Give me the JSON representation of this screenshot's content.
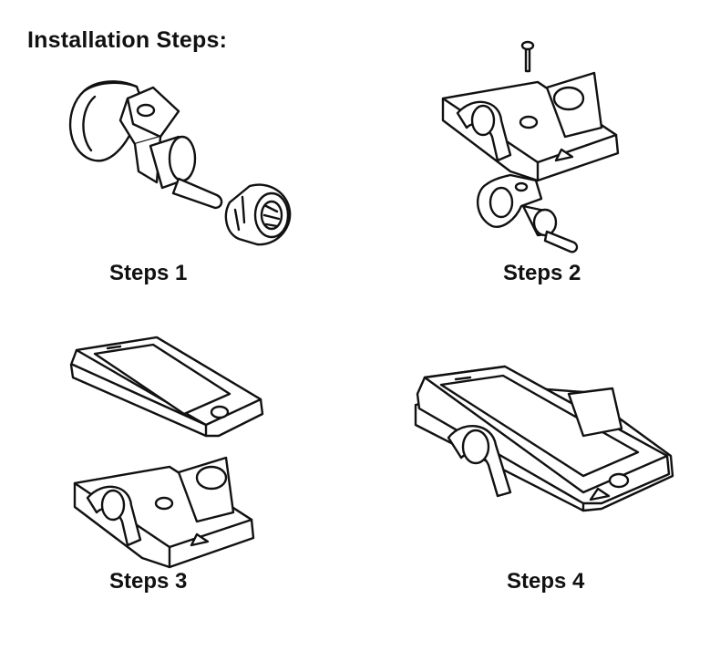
{
  "title": "Installation Steps:",
  "steps": [
    {
      "label": "Steps 1"
    },
    {
      "label": "Steps 2"
    },
    {
      "label": "Steps 3"
    },
    {
      "label": "Steps 4"
    }
  ],
  "colors": {
    "ink": "#111111",
    "background": "#ffffff"
  }
}
